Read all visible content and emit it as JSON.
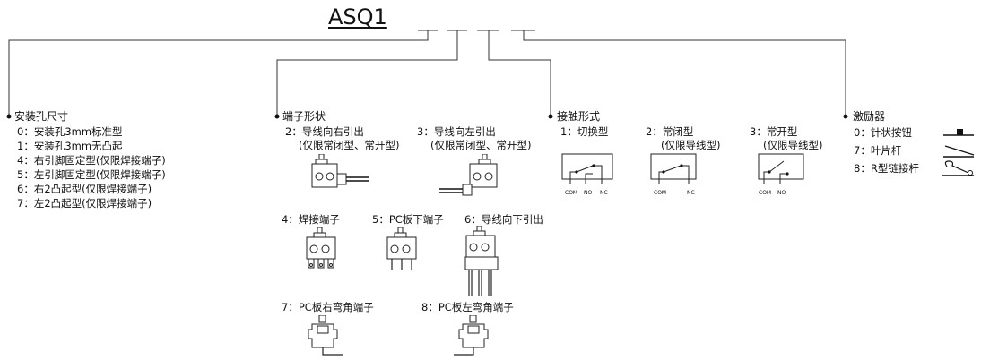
{
  "model": "ASQ1",
  "sections": {
    "mounting": {
      "heading": "安装孔尺寸",
      "options": [
        "0：安装孔3mm标准型",
        "1：安装孔3mm无凸起",
        "4：右引脚固定型(仅限焊接端子)",
        "5：左引脚固定型(仅限焊接端子)",
        "6：右2凸起型(仅限焊接端子)",
        "7：左2凸起型(仅限焊接端子)"
      ]
    },
    "terminal": {
      "heading": "端子形状",
      "options": [
        {
          "code": "2：",
          "label": "导线向右引出",
          "note": "(仅限常闭型、常开型)"
        },
        {
          "code": "3：",
          "label": "导线向左引出",
          "note": "(仅限常闭型、常开型)"
        },
        {
          "code": "4：",
          "label": "焊接端子"
        },
        {
          "code": "5：",
          "label": "PC板下端子"
        },
        {
          "code": "6：",
          "label": "导线向下引出"
        },
        {
          "code": "7：",
          "label": "PC板右弯角端子"
        },
        {
          "code": "8：",
          "label": "PC板左弯角端子"
        }
      ]
    },
    "contact": {
      "heading": "接触形式",
      "options": [
        {
          "code": "1：",
          "label": "切换型",
          "pins": [
            "COM",
            "NO",
            "NC"
          ]
        },
        {
          "code": "2：",
          "label": "常闭型",
          "note": "(仅限导线型)",
          "pins": [
            "COM",
            "NC"
          ]
        },
        {
          "code": "3：",
          "label": "常开型",
          "note": "(仅限导线型)",
          "pins": [
            "COM",
            "NO"
          ]
        }
      ]
    },
    "actuator": {
      "heading": "激励器",
      "options": [
        {
          "code": "0：",
          "label": "针状按钮",
          "icon": "pin-plunger-icon"
        },
        {
          "code": "7：",
          "label": "叶片杆",
          "icon": "leaf-lever-icon"
        },
        {
          "code": "8：",
          "label": "R型链接杆",
          "icon": "roller-lever-icon"
        }
      ]
    }
  },
  "colors": {
    "ink": "#111111",
    "line": "#333333",
    "body_fill": "#ffffff"
  }
}
